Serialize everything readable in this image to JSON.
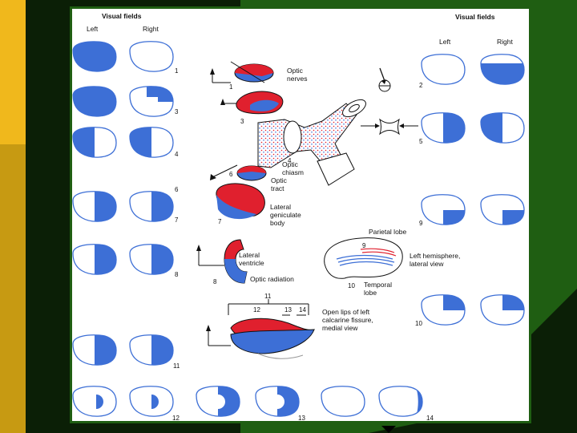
{
  "headers": {
    "left_top": "Visual fields",
    "right_top": "Visual fields"
  },
  "eye_labels": {
    "left_a": "Left",
    "right_a": "Right",
    "left_b": "Left",
    "right_b": "Right"
  },
  "field_numbers": [
    "1",
    "2",
    "3",
    "4",
    "5",
    "6",
    "7",
    "8",
    "9",
    "10",
    "11",
    "12",
    "13",
    "14"
  ],
  "pathway_numbers": [
    "1",
    "3",
    "4",
    "6",
    "7",
    "8",
    "9",
    "10",
    "11",
    "12",
    "13",
    "14"
  ],
  "anatomy_labels": {
    "optic_nerves": [
      "Optic",
      "nerves"
    ],
    "optic_chiasm": [
      "Optic",
      "chiasm"
    ],
    "optic_tract": [
      "Optic",
      "tract"
    ],
    "lgb": [
      "Lateral",
      "geniculate",
      "body"
    ],
    "lateral_ventricle": [
      "Lateral",
      "ventricle"
    ],
    "optic_radiation": "Optic radiation",
    "parietal_lobe": "Parietal lobe",
    "left_hemisphere": [
      "Left hemisphere,",
      "lateral view"
    ],
    "temporal_lobe": [
      "Temporal",
      "lobe"
    ],
    "calcarine": [
      "Open lips of left",
      "calcarine fissure,",
      "medial view"
    ]
  },
  "colors": {
    "defect": "#3d6fd6",
    "red": "#e0202e",
    "panel_border": "#1f5e12",
    "background": "#0b1f06"
  }
}
